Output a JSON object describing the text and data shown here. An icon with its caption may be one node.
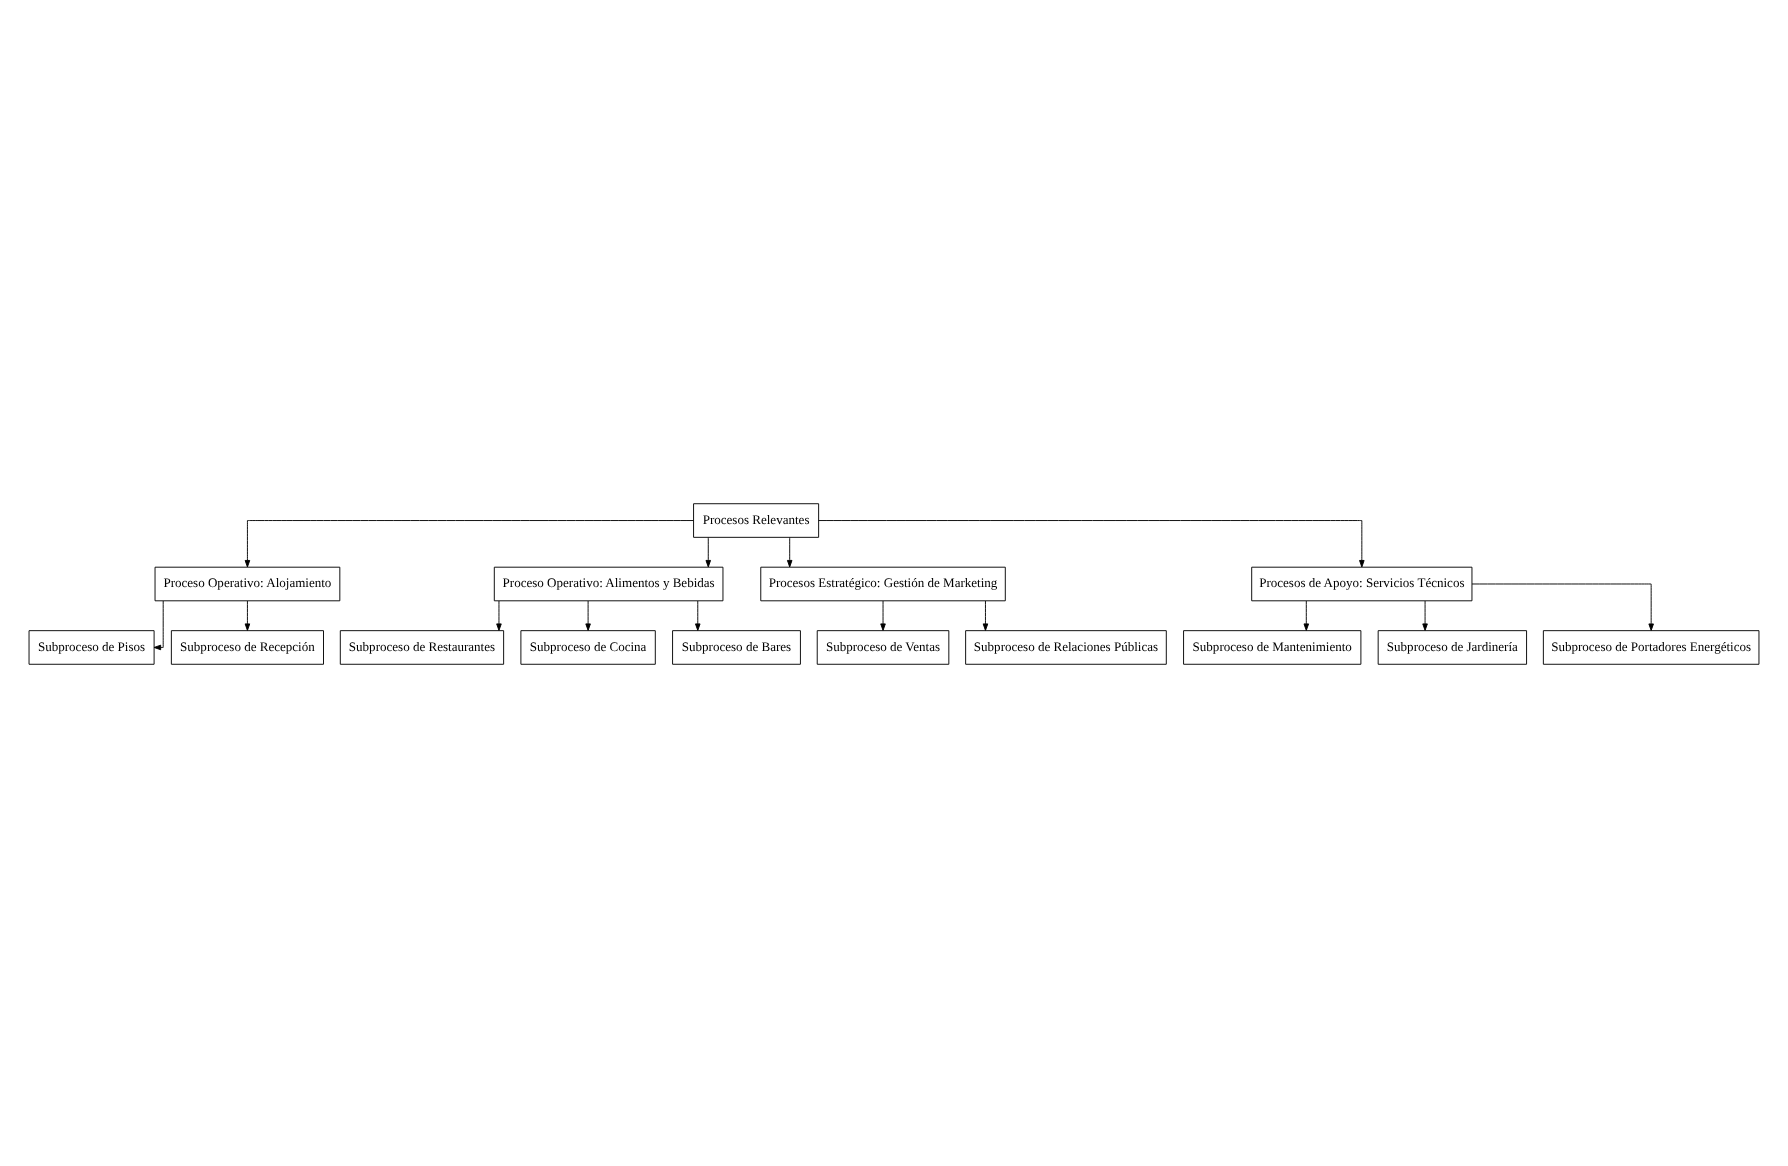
{
  "diagram": {
    "nodes": [
      {
        "text": [
          "Procesos Relevantes"
        ]
      },
      {
        "text": [
          "Proceso Operativo: Alojamiento"
        ]
      },
      {
        "text": [
          "Proceso Operativo: Alimentos y Bebidas"
        ]
      },
      {
        "text": [
          "Procesos Estratégico: Gestión de Marketing"
        ]
      },
      {
        "text": [
          "Procesos de Apoyo: Servicios Técnicos"
        ]
      },
      {
        "text": [
          "Subproceso de Pisos"
        ]
      },
      {
        "text": [
          "Subproceso de Recepción"
        ]
      },
      {
        "text": [
          "Subproceso de Ventas"
        ]
      },
      {
        "text": [
          "Subproceso de Relaciones Públicas"
        ]
      },
      {
        "text": [
          "Subproceso de Mantenimiento"
        ]
      },
      {
        "text": [
          "Subproceso de Jardinería"
        ]
      },
      {
        "text": [
          "Subproceso de Portadores Energéticos"
        ]
      },
      {
        "text": [
          "Subproceso de Restaurantes"
        ]
      },
      {
        "text": [
          "Subproceso de Cocina"
        ]
      },
      {
        "text": [
          "Subproceso de Bares"
        ]
      }
    ],
    "edges": [
      {
        "from": 0,
        "to": 1,
        "arrow": "to"
      },
      {
        "from": 0,
        "to": 2,
        "arrow": "to"
      },
      {
        "from": 0,
        "to": 3,
        "arrow": "to"
      },
      {
        "from": 0,
        "to": 4,
        "arrow": "to"
      },
      {
        "from": 1,
        "to": 5,
        "arrow": "to"
      },
      {
        "from": 1,
        "to": 6,
        "arrow": "to"
      },
      {
        "from": 3,
        "to": 7,
        "arrow": "to"
      },
      {
        "from": 3,
        "to": 8,
        "arrow": "to"
      },
      {
        "from": 4,
        "to": 9,
        "arrow": "to"
      },
      {
        "from": 4,
        "to": 10,
        "arrow": "to"
      },
      {
        "from": 4,
        "to": 11,
        "arrow": "to"
      },
      {
        "from": 2,
        "to": 12,
        "arrow": "to"
      },
      {
        "from": 2,
        "to": 13,
        "arrow": "to"
      },
      {
        "from": 2,
        "to": 14,
        "arrow": "to"
      }
    ]
  }
}
